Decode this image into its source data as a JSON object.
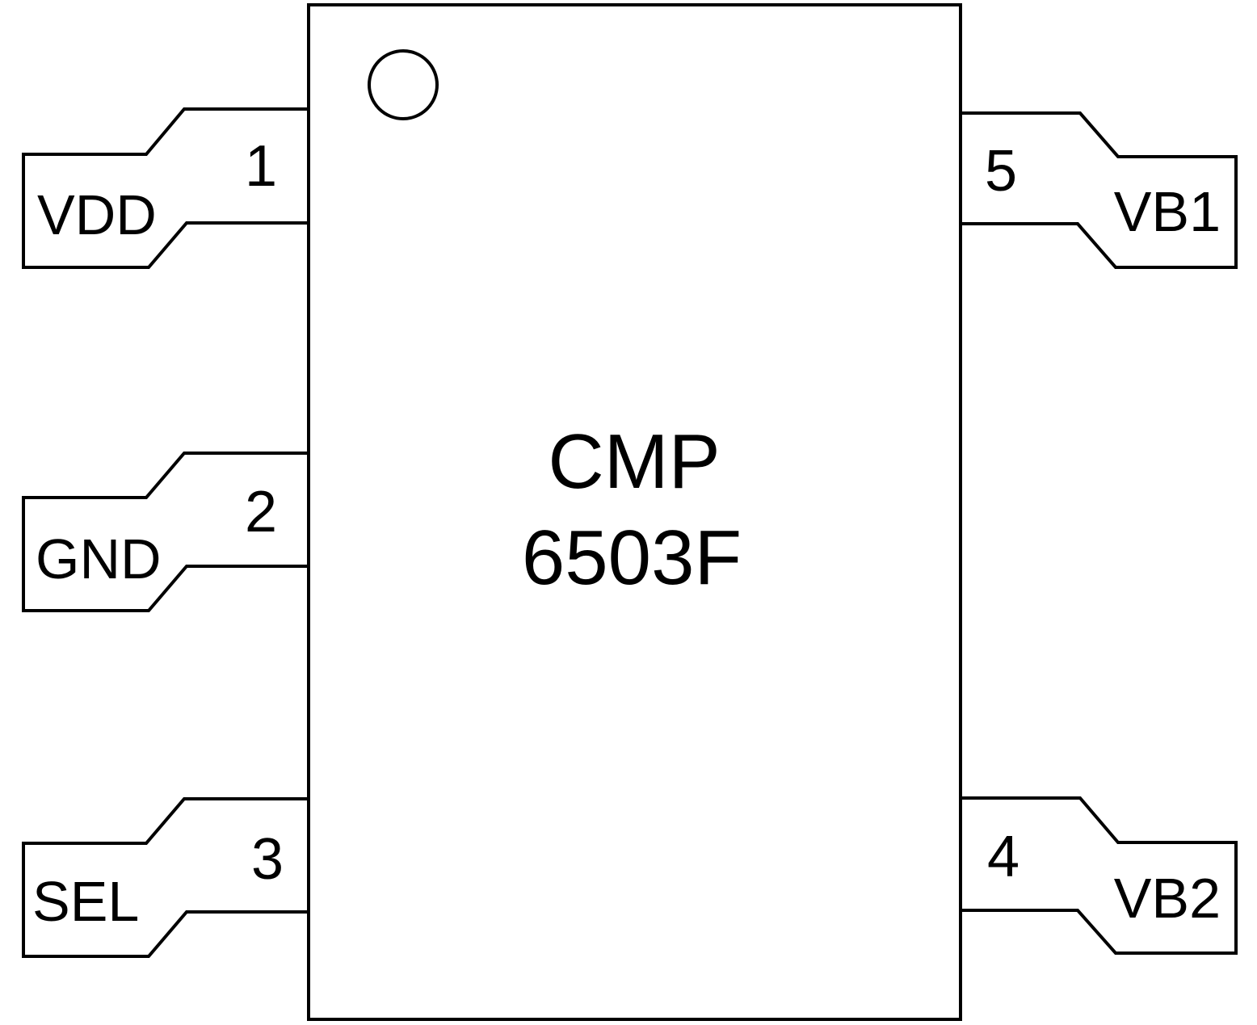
{
  "component": {
    "name_line1": "CMP",
    "name_line2": "6503F",
    "pin1_marker": "circle"
  },
  "pins": [
    {
      "number": "1",
      "name": "VDD",
      "side": "left"
    },
    {
      "number": "2",
      "name": "GND",
      "side": "left"
    },
    {
      "number": "3",
      "name": "SEL",
      "side": "left"
    },
    {
      "number": "4",
      "name": "VB2",
      "side": "right"
    },
    {
      "number": "5",
      "name": "VB1",
      "side": "right"
    }
  ],
  "colors": {
    "stroke": "#000000",
    "background": "#ffffff"
  }
}
